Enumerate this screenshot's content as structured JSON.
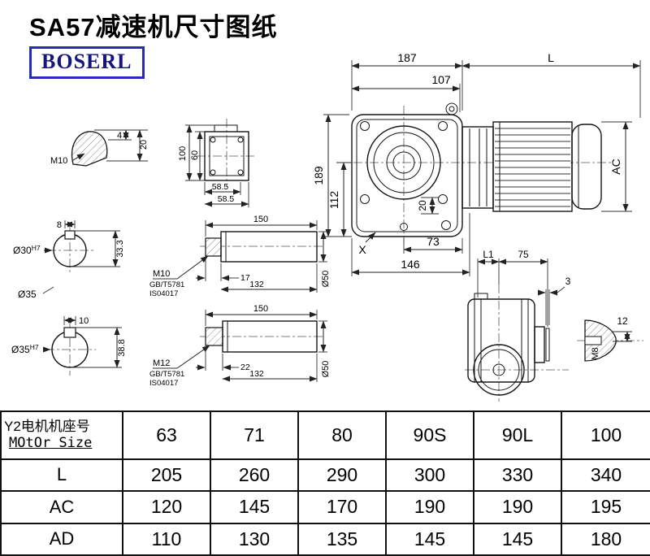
{
  "page": {
    "title": "SA57减速机尺寸图纸",
    "brand": "BOSERL"
  },
  "main_view": {
    "d187": "187",
    "dL": "L",
    "d107": "107",
    "d189": "189",
    "d112": "112",
    "d20": "20",
    "dAC": "AC",
    "d73": "73",
    "d146": "146",
    "x_label": "X"
  },
  "side_view": {
    "dL1": "L1",
    "d75": "75",
    "d3": "3"
  },
  "shaft_end": {
    "d12": "12",
    "m8": "M8"
  },
  "plug": {
    "d20": "20",
    "d4": "4",
    "m10": "M10"
  },
  "flange": {
    "d100": "100",
    "d60": "60",
    "d585a": "58.5",
    "d585b": "58.5"
  },
  "bore30": {
    "d8": "8",
    "dia": "Ø30",
    "tol": "H7",
    "d333": "33.3",
    "dia35": "Ø35"
  },
  "shaft1": {
    "d150": "150",
    "m10": "M10",
    "gb": "GB/T5781",
    "iso": "IS04017",
    "d17": "17",
    "d132": "132",
    "d50": "Ø50"
  },
  "bore35": {
    "d10": "10",
    "dia": "Ø35",
    "tol": "H7",
    "d388": "38.8"
  },
  "shaft2": {
    "d150": "150",
    "m12": "M12",
    "gb": "GB/T5781",
    "iso": "IS04017",
    "d22": "22",
    "d132": "132",
    "d50": "Ø50"
  },
  "table": {
    "header": {
      "label_cn": "Y2电机机座号",
      "label_en": "MOtOr Size",
      "values": [
        "63",
        "71",
        "80",
        "90S",
        "90L",
        "100"
      ]
    },
    "rows": [
      {
        "label": "L",
        "values": [
          "205",
          "260",
          "290",
          "300",
          "330",
          "340"
        ]
      },
      {
        "label": "AC",
        "values": [
          "120",
          "145",
          "170",
          "190",
          "190",
          "195"
        ]
      },
      {
        "label": "AD",
        "values": [
          "110",
          "130",
          "135",
          "145",
          "145",
          "180"
        ]
      }
    ]
  }
}
